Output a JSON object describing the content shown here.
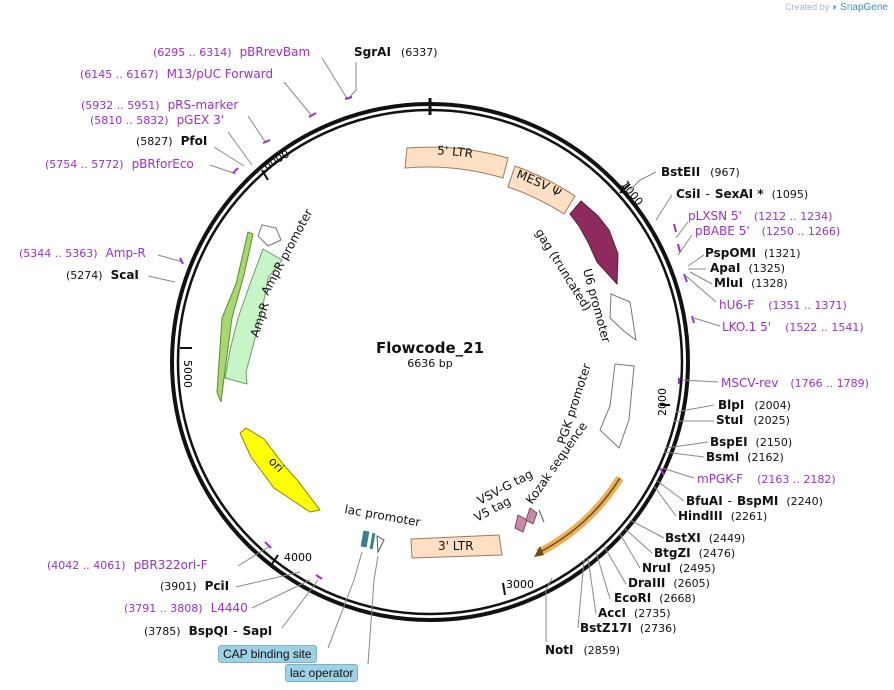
{
  "watermark": {
    "created_by": "Created by",
    "brand": "SnapGene"
  },
  "plasmid": {
    "name": "Flowcode_21",
    "length_label": "6636 bp",
    "length": 6636
  },
  "ticks": [
    "1000",
    "2000",
    "3000",
    "4000",
    "5000",
    "6000"
  ],
  "enzymes": [
    {
      "name": "SgrAI",
      "pos": "(6337)"
    },
    {
      "name": "BstEII",
      "pos": "(967)"
    },
    {
      "name": "CsiI",
      "name2": "SexAI *",
      "pos": "(1095)"
    },
    {
      "name": "PspOMI",
      "pos": "(1321)"
    },
    {
      "name": "ApaI",
      "pos": "(1325)"
    },
    {
      "name": "MluI",
      "pos": "(1328)"
    },
    {
      "name": "BlpI",
      "pos": "(2004)"
    },
    {
      "name": "StuI",
      "pos": "(2025)"
    },
    {
      "name": "BspEI",
      "pos": "(2150)"
    },
    {
      "name": "BsmI",
      "pos": "(2162)"
    },
    {
      "name": "BfuAI",
      "name2": "BspMI",
      "pos": "(2240)"
    },
    {
      "name": "HindIII",
      "pos": "(2261)"
    },
    {
      "name": "BstXI",
      "pos": "(2449)"
    },
    {
      "name": "BtgZI",
      "pos": "(2476)"
    },
    {
      "name": "NruI",
      "pos": "(2495)"
    },
    {
      "name": "DraIII",
      "pos": "(2605)"
    },
    {
      "name": "EcoRI",
      "pos": "(2668)"
    },
    {
      "name": "AccI",
      "pos": "(2735)"
    },
    {
      "name": "BstZ17I",
      "pos": "(2736)"
    },
    {
      "name": "NotI",
      "pos": "(2859)"
    },
    {
      "name": "BspQI",
      "name2": "SapI",
      "pos": "(3785)"
    },
    {
      "name": "PciI",
      "pos": "(3901)"
    },
    {
      "name": "ScaI",
      "pos": "(5274)"
    },
    {
      "name": "PfoI",
      "pos": "(5827)"
    }
  ],
  "primers": [
    {
      "name": "pBRrevBam",
      "range": "(6295 .. 6314)"
    },
    {
      "name": "M13/pUC Forward",
      "range": "(6145 .. 6167)"
    },
    {
      "name": "pRS-marker",
      "range": "(5932 .. 5951)"
    },
    {
      "name": "pGEX 3'",
      "range": "(5810 .. 5832)"
    },
    {
      "name": "pBRforEco",
      "range": "(5754 .. 5772)"
    },
    {
      "name": "Amp-R",
      "range": "(5344 .. 5363)"
    },
    {
      "name": "pLXSN 5'",
      "range": "(1212 .. 1234)"
    },
    {
      "name": "pBABE 5'",
      "range": "(1250 .. 1266)"
    },
    {
      "name": "hU6-F",
      "range": "(1351 .. 1371)"
    },
    {
      "name": "LKO.1 5'",
      "range": "(1522 .. 1541)"
    },
    {
      "name": "MSCV-rev",
      "range": "(1766 .. 1789)"
    },
    {
      "name": "mPGK-F",
      "range": "(2163 .. 2182)"
    },
    {
      "name": "pBR322ori-F",
      "range": "(4042 .. 4061)"
    },
    {
      "name": "L4440",
      "range": "(3791 .. 3808)"
    }
  ],
  "features": {
    "ltr5": "5' LTR",
    "mesv": "MESV Ψ",
    "gag": "gag (truncated)",
    "u6": "U6 promoter",
    "pgk": "PGK promoter",
    "kozak": "Kozak sequence",
    "vsvg": "VSV-G tag",
    "v5": "V5 tag",
    "ltr3": "3' LTR",
    "lac": "lac promoter",
    "ori": "ori",
    "ampr": "AmpR",
    "amprp": "AmpR promoter"
  },
  "badges": {
    "cap": "CAP binding site",
    "lacop": "lac operator"
  },
  "colors": {
    "primer": "#9b30d0",
    "ltr": "#fde0c4",
    "gag": "#8e2a5e",
    "ori": "#ffff00",
    "ampr": "#c8f5c8",
    "orf": "#e8a23a",
    "tag": "#c98aa8",
    "badge": "#9dd1e3"
  }
}
